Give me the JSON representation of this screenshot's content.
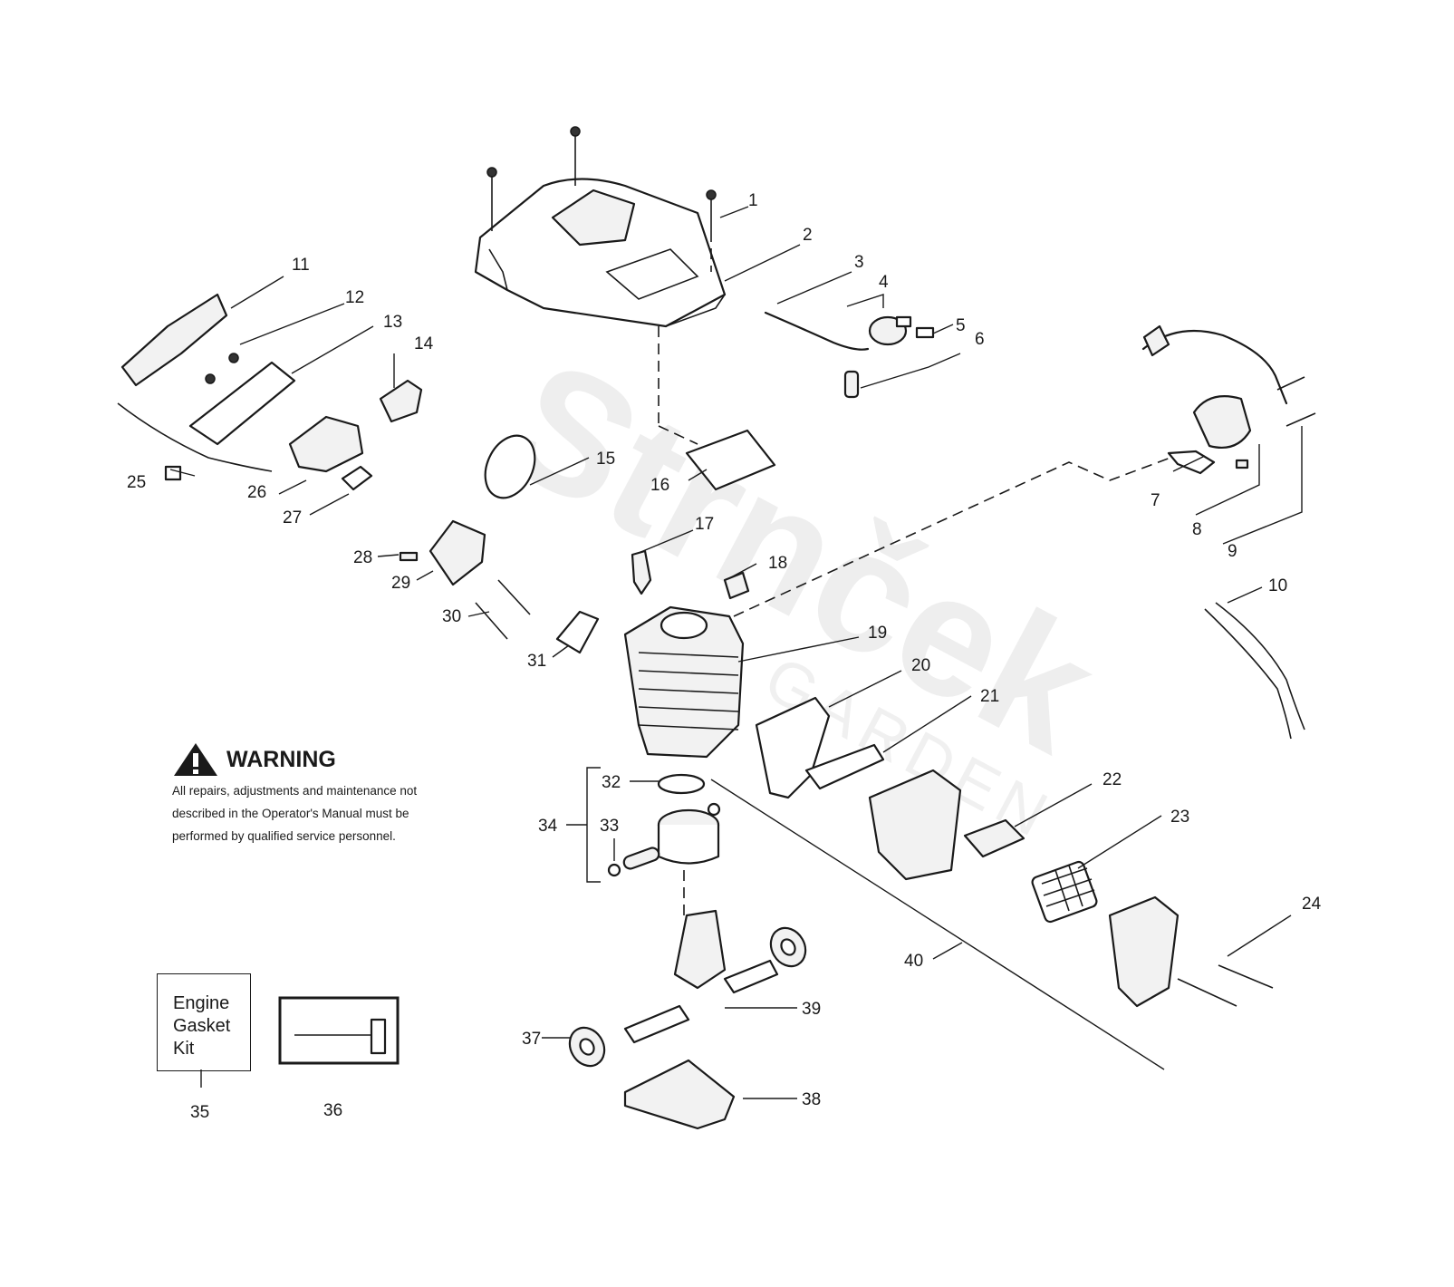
{
  "warning": {
    "title": "WARNING",
    "text": "All repairs, adjustments and maintenance not described in the Operator's Manual must be performed by qualified  service personnel."
  },
  "kit_box": {
    "lines": [
      "Engine",
      "Gasket",
      "Kit"
    ]
  },
  "watermark": {
    "text": "Strnček",
    "subtext": "GARDEN"
  },
  "callouts": {
    "c1": "1",
    "c2": "2",
    "c3": "3",
    "c4": "4",
    "c5": "5",
    "c6": "6",
    "c7": "7",
    "c8": "8",
    "c9": "9",
    "c10": "10",
    "c11": "11",
    "c12": "12",
    "c13": "13",
    "c14": "14",
    "c15": "15",
    "c16": "16",
    "c17": "17",
    "c18": "18",
    "c19": "19",
    "c20": "20",
    "c21": "21",
    "c22": "22",
    "c23": "23",
    "c24": "24",
    "c25": "25",
    "c26": "26",
    "c27": "27",
    "c28": "28",
    "c29": "29",
    "c30": "30",
    "c31": "31",
    "c32": "32",
    "c33": "33",
    "c34": "34",
    "c35": "35",
    "c36": "36",
    "c37": "37",
    "c38": "38",
    "c39": "39",
    "c40": "40"
  }
}
